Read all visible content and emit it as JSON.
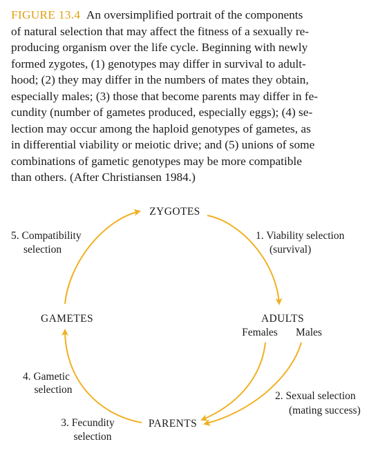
{
  "caption": {
    "figure_label": "FIGURE 13.4",
    "lines": [
      "An oversimplified portrait of the components",
      "of natural selection that may affect the fitness of a sexually re-",
      "producing organism over the life cycle. Beginning with newly",
      "formed zygotes, (1) genotypes may differ in survival to adult-",
      "hood; (2) they may differ in the numbers of mates they obtain,",
      "especially males; (3) those that become parents may differ in fe-",
      "cundity (number of gametes produced, especially eggs); (4) se-",
      "lection may occur among the haploid genotypes of gametes, as",
      "in differential viability or meiotic drive; and (5) unions of some",
      "combinations of gametic genotypes may be more compatible",
      "than others. (After Christiansen 1984.)"
    ]
  },
  "diagram": {
    "nodes": {
      "zygotes": "ZYGOTES",
      "adults": "ADULTS",
      "females": "Females",
      "males": "Males",
      "parents": "PARENTS",
      "gametes": "GAMETES"
    },
    "steps": {
      "viability": [
        "1. Viability selection",
        "(survival)"
      ],
      "sexual": [
        "2. Sexual selection",
        "(mating success)"
      ],
      "fecundity": [
        "3. Fecundity",
        "selection"
      ],
      "gametic": [
        "4. Gametic",
        "selection"
      ],
      "compatibility": [
        "5. Compatibility",
        "selection"
      ]
    },
    "arrow_color": "#f0b020"
  }
}
